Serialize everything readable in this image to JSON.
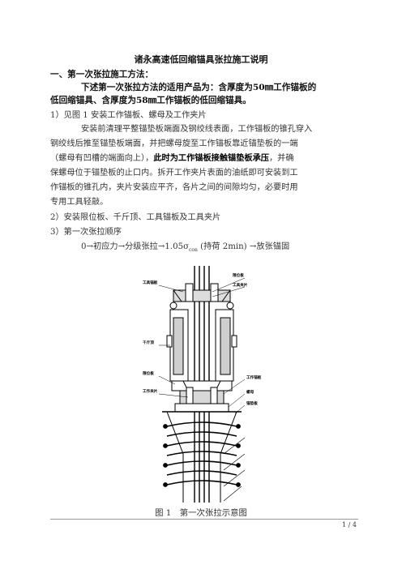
{
  "doc": {
    "title": "诸永高速低回缩锚具张拉施工说明",
    "section1_heading": "一、第一次张拉施工方法：",
    "applicability": [
      "下述第一次张拉方法的适用产品为：含厚度为50㎜工作锚板的",
      "低回缩锚具、含厚度为58㎜工作锚板的低回缩锚具。"
    ],
    "step1_heading": "1）见图 1 安装工作锚板、螺母及工作夹片",
    "step1_lines": [
      "安装前清理平整锚垫板端面及钢绞线表面，工作锚板的锥孔穿入",
      "钢绞线后推至锚垫板端面，并把螺母旋至工作锚板靠近锚垫板的一端",
      "（螺母有凹槽的端面向上），",
      "此时为工作锚板接触锚垫板承压",
      "，并确",
      "保螺母位于锚垫板的止口内。拆开工作夹片表面的油纸即可安装到工",
      "作锚板的锥孔内，夹片安装应平齐，各片之间的间隙均匀，必要时用",
      "专用工具轻敲。"
    ],
    "step2_heading": "2）安装限位板、千斤顶、工具锚板及工具夹片",
    "step3_heading": "3）第一次张拉顺序",
    "sequence": "0→初应力→分级张拉→1.05σ",
    "sequence_sub": "con",
    "sequence_tail": " (持荷 2min) →放张锚固",
    "figure_labels": {
      "tool_anchor_plate": "工具锚板",
      "tool_clip": "工具夹片",
      "jack": "千斤顶",
      "limit_plate": "限位板",
      "work_anchor_plate": "工作锚板",
      "work_clip": "工作夹片",
      "nut": "螺母",
      "bearing_plate": "锚垫板"
    },
    "figure_caption": "图 1　第一次张拉示意图",
    "page_number": "1 / 4"
  }
}
